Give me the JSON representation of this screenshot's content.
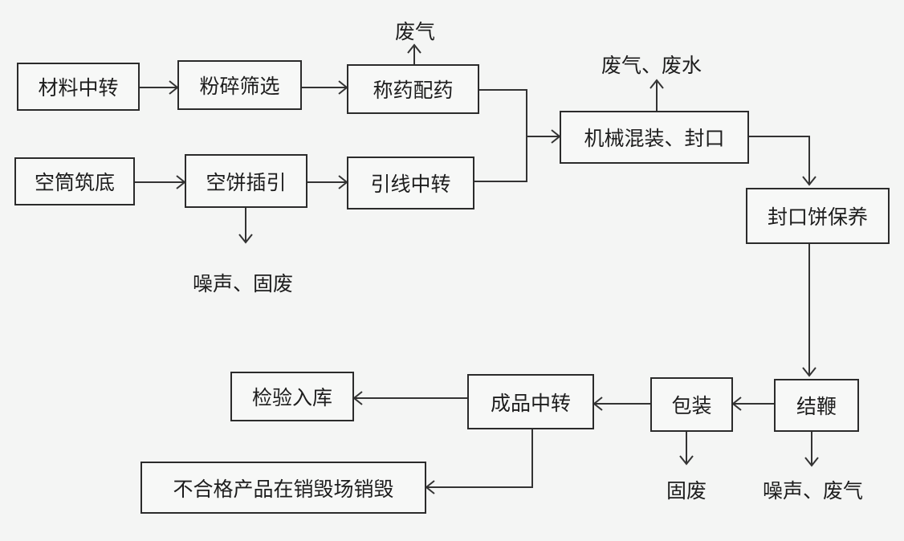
{
  "nodes": {
    "material_transfer": "材料中转",
    "crush_sieve": "粉碎筛选",
    "weigh_mix": "称药配药",
    "empty_tube_base": "空筒筑底",
    "empty_cake_insert": "空饼插引",
    "fuse_transfer": "引线中转",
    "mech_fill_seal": "机械混装、封口",
    "seal_cake_cure": "封口饼保养",
    "tie_braid": "结鞭",
    "packaging": "包装",
    "product_transfer": "成品中转",
    "inspect_store": "检验入库",
    "reject_destroy": "不合格产品在销毁场销毁"
  },
  "emissions": {
    "weigh_waste_gas": "废气",
    "mech_gas_water": "废气、废水",
    "insert_noise_solid": "噪声、固废",
    "pack_solid": "固废",
    "tie_noise_gas": "噪声、废气"
  }
}
